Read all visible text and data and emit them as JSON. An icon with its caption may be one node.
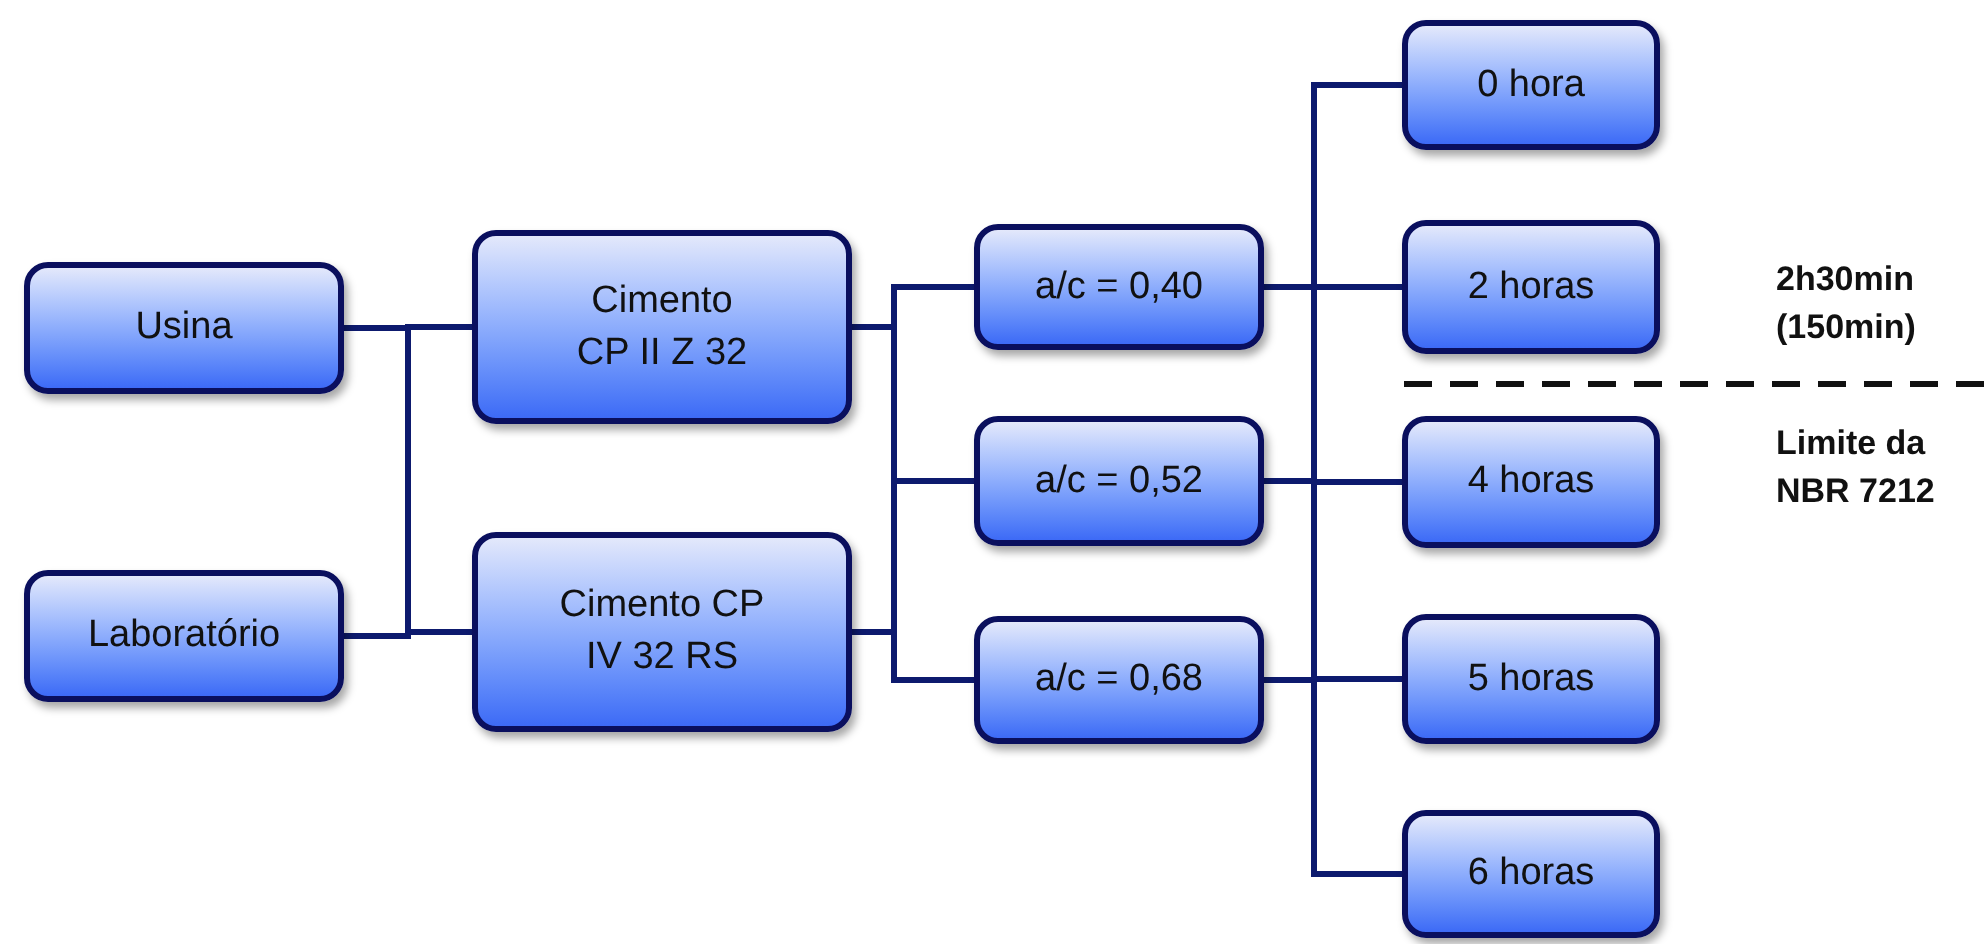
{
  "diagram": {
    "nodes": [
      {
        "text": [
          "Usina"
        ]
      },
      {
        "text": [
          "Laboratório"
        ]
      },
      {
        "text": [
          "Cimento CP II Z 32"
        ]
      },
      {
        "text": [
          "Cimento CP IV 32 RS"
        ]
      },
      {
        "text": [
          "a/c = 0,40"
        ]
      },
      {
        "text": [
          "a/c = 0,52"
        ]
      },
      {
        "text": [
          "a/c = 0,68"
        ]
      },
      {
        "text": [
          "0 hora"
        ]
      },
      {
        "text": [
          "2 horas"
        ]
      },
      {
        "text": [
          "4 horas"
        ]
      },
      {
        "text": [
          "5 horas"
        ]
      },
      {
        "text": [
          "6 horas"
        ]
      }
    ],
    "edges": [
      {
        "from": 0,
        "to": 2,
        "arrow": "none"
      },
      {
        "from": 0,
        "to": 3,
        "arrow": "none"
      },
      {
        "from": 1,
        "to": 2,
        "arrow": "none"
      },
      {
        "from": 1,
        "to": 3,
        "arrow": "none"
      },
      {
        "from": 2,
        "to": 4,
        "arrow": "none"
      },
      {
        "from": 2,
        "to": 5,
        "arrow": "none"
      },
      {
        "from": 2,
        "to": 6,
        "arrow": "none"
      },
      {
        "from": 3,
        "to": 4,
        "arrow": "none"
      },
      {
        "from": 3,
        "to": 5,
        "arrow": "none"
      },
      {
        "from": 3,
        "to": 6,
        "arrow": "none"
      },
      {
        "from": 4,
        "to": 7,
        "arrow": "none"
      },
      {
        "from": 4,
        "to": 8,
        "arrow": "none"
      },
      {
        "from": 4,
        "to": 9,
        "arrow": "none"
      },
      {
        "from": 4,
        "to": 10,
        "arrow": "none"
      },
      {
        "from": 4,
        "to": 11,
        "arrow": "none"
      },
      {
        "from": 5,
        "to": 7,
        "arrow": "none"
      },
      {
        "from": 5,
        "to": 8,
        "arrow": "none"
      },
      {
        "from": 5,
        "to": 9,
        "arrow": "none"
      },
      {
        "from": 5,
        "to": 10,
        "arrow": "none"
      },
      {
        "from": 5,
        "to": 11,
        "arrow": "none"
      },
      {
        "from": 6,
        "to": 7,
        "arrow": "none"
      },
      {
        "from": 6,
        "to": 8,
        "arrow": "none"
      },
      {
        "from": 6,
        "to": 9,
        "arrow": "none"
      },
      {
        "from": 6,
        "to": 10,
        "arrow": "none"
      },
      {
        "from": 6,
        "to": 11,
        "arrow": "none"
      }
    ],
    "labels": [
      "2h30min (150min)",
      "Limite da NBR 7212"
    ]
  }
}
